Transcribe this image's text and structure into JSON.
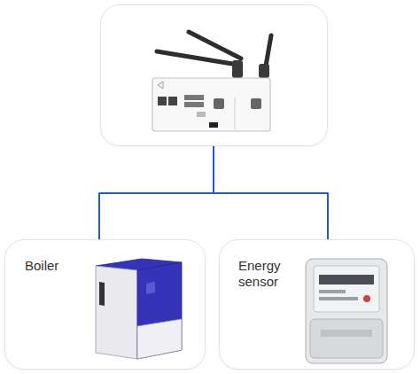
{
  "diagram": {
    "nodes": [
      {
        "text": []
      },
      {
        "text": [
          "Boiler"
        ]
      },
      {
        "text": [
          "Energy sensor"
        ]
      }
    ],
    "edges": [
      {
        "from": 0,
        "to": 1,
        "arrow": "none"
      },
      {
        "from": 0,
        "to": 2,
        "arrow": "none"
      }
    ]
  }
}
